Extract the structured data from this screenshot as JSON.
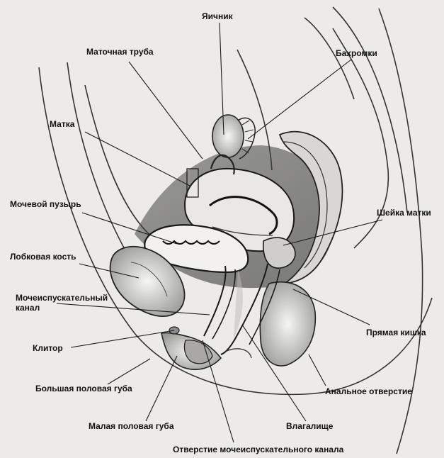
{
  "labels": {
    "ovary": "Яичник",
    "fallopian_tube": "Маточная труба",
    "fimbriae": "Бахромки",
    "uterus": "Матка",
    "bladder": "Мочевой пузырь",
    "cervix": "Шейка матки",
    "pubic_bone": "Лобковая кость",
    "urethra_line1": "Мочеиспускательный",
    "urethra_line2": "канал",
    "rectum": "Прямая кишка",
    "clitoris": "Клитор",
    "labia_majora": "Большая половая губа",
    "anus": "Анальное отверстие",
    "labia_minora": "Малая половая губа",
    "vagina": "Влагалище",
    "urethral_opening": "Отверстие мочеиспускательного канала"
  },
  "colors": {
    "background": "#ecebe8",
    "ink": "#111111",
    "tissue_dark": "#2a2a2a",
    "tissue_mid": "#8c8c8c",
    "tissue_light": "#d9d9d6"
  }
}
